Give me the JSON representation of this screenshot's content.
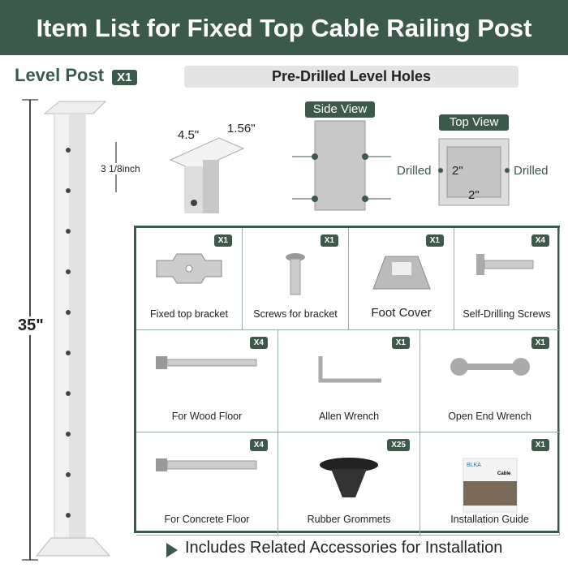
{
  "title": "Item List for Fixed Top Cable Railing Post",
  "level_post": {
    "label": "Level Post",
    "qty": "X1",
    "height": "35\"",
    "spacing": "3 1/8inch"
  },
  "holes": {
    "title": "Pre-Drilled Level Holes",
    "plate_w": "4.5\"",
    "plate_d": "1.56\"",
    "side_view": "Side View",
    "top_view": "Top View",
    "drilled_left": "Drilled",
    "drilled_right": "Drilled",
    "dim_a": "2\"",
    "dim_b": "2\""
  },
  "items": [
    {
      "label": "Fixed top bracket",
      "qty": "X1"
    },
    {
      "label": "Screws for bracket",
      "qty": "X1"
    },
    {
      "label": "Foot Cover",
      "qty": "X1"
    },
    {
      "label": "Self-Drilling Screws",
      "qty": "X4"
    },
    {
      "label": "For Wood Floor",
      "qty": "X4"
    },
    {
      "label": "Allen Wrench",
      "qty": "X1"
    },
    {
      "label": "Open End Wrench",
      "qty": "X1"
    },
    {
      "label": "For Concrete Floor",
      "qty": "X4"
    },
    {
      "label": "Rubber Grommets",
      "qty": "X25"
    },
    {
      "label": "Installation Guide",
      "qty": "X1"
    }
  ],
  "guide_cover": {
    "brand": "BLKA",
    "title": "Cable"
  },
  "footer": "Includes Related Accessories for Installation"
}
